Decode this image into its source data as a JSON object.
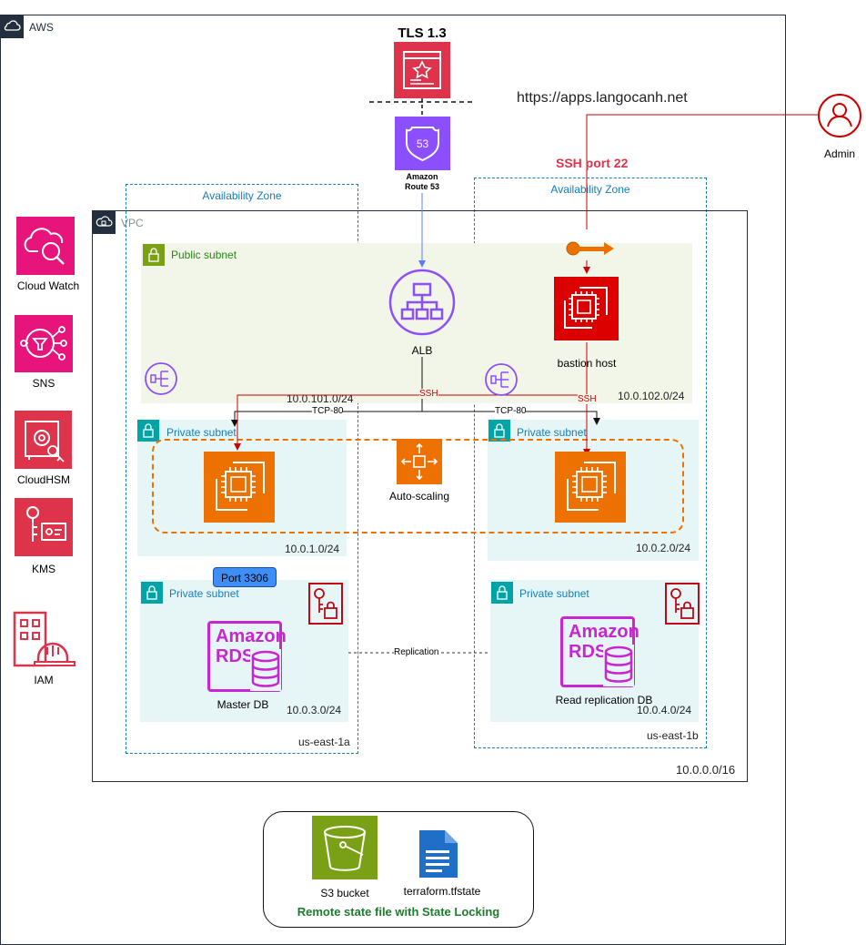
{
  "aws": {
    "label": "AWS"
  },
  "tls": {
    "label": "TLS 1.3"
  },
  "url": {
    "text": "https://apps.langocanh.net"
  },
  "route53": {
    "line1": "Amazon",
    "line2": "Route 53"
  },
  "admin": {
    "label": "Admin"
  },
  "ssh_port": {
    "label": "SSH port 22"
  },
  "az": {
    "left": "Availability Zone",
    "right": "Availability Zone"
  },
  "vpc": {
    "label": "VPC",
    "cidr": "10.0.0.0/16"
  },
  "public_subnet": {
    "label": "Public subnet",
    "left_cidr": "10.0.101.0/24",
    "right_cidr": "10.0.102.0/24"
  },
  "alb": {
    "label": "ALB"
  },
  "bastion": {
    "label": "bastion host"
  },
  "connections": {
    "ssh_left": "SSH",
    "ssh_right": "SSH",
    "tcp_left": "TCP-80",
    "tcp_right": "TCP-80",
    "replication": "Replication"
  },
  "private_app_left": {
    "label": "Private subnet",
    "cidr": "10.0.1.0/24"
  },
  "private_app_right": {
    "label": "Private subnet",
    "cidr": "10.0.2.0/24"
  },
  "autoscaling": {
    "label": "Auto-scaling"
  },
  "private_db_left": {
    "label": "Private subnet",
    "cidr": "10.0.3.0/24",
    "port": "Port 3306",
    "db_label": "Master DB",
    "zone": "us-east-1a"
  },
  "private_db_right": {
    "label": "Private subnet",
    "cidr": "10.0.4.0/24",
    "db_label": "Read replication DB",
    "zone": "us-east-1b"
  },
  "rds": {
    "line1": "Amazon",
    "line2": "RDS"
  },
  "services": {
    "cloudwatch": "Cloud Watch",
    "sns": "SNS",
    "cloudhsm": "CloudHSM",
    "kms": "KMS",
    "iam": "IAM"
  },
  "remote_state": {
    "s3": "S3 bucket",
    "tfstate": "terraform.tfstate",
    "caption": "Remote state file with State Locking"
  },
  "colors": {
    "aws_pink": "#E7157B",
    "red": "#DD344C",
    "orange": "#ED7100",
    "purple": "#8C4FFF",
    "rds_purple": "#C925D1",
    "green": "#7AA116",
    "teal": "#00A4A6",
    "ssh_red": "#CC0000"
  }
}
